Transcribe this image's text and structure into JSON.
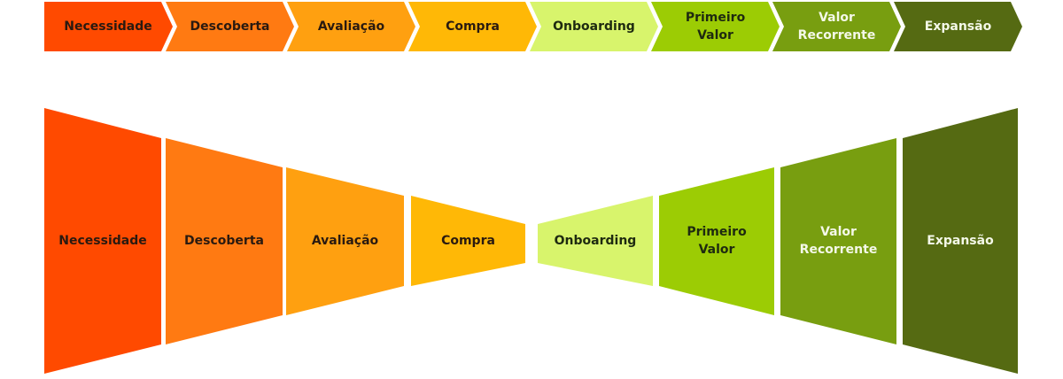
{
  "stages": [
    {
      "label": [
        "Necessidade"
      ],
      "color": "#ff4a00",
      "text_color": "#2a1a10"
    },
    {
      "label": [
        "Descoberta"
      ],
      "color": "#ff7a12",
      "text_color": "#2a1a10"
    },
    {
      "label": [
        "Avaliação"
      ],
      "color": "#ffa010",
      "text_color": "#2a1a10"
    },
    {
      "label": [
        "Compra"
      ],
      "color": "#ffb806",
      "text_color": "#2a1a10"
    },
    {
      "label": [
        "Onboarding"
      ],
      "color": "#d8f46c",
      "text_color": "#1e2a10"
    },
    {
      "label": [
        "Primeiro",
        "Valor"
      ],
      "color": "#9ccc04",
      "text_color": "#1e2a10"
    },
    {
      "label": [
        "Valor",
        "Recorrente"
      ],
      "color": "#789e10",
      "text_color": "#f4f8e8"
    },
    {
      "label": [
        "Expansão"
      ],
      "color": "#556a12",
      "text_color": "#f4f8e8"
    }
  ]
}
